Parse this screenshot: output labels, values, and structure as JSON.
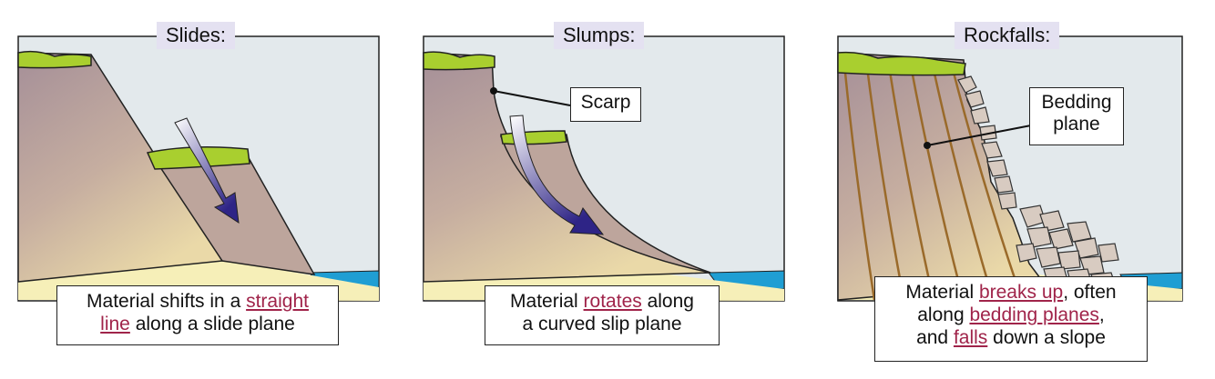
{
  "panels": [
    {
      "title": "Slides:",
      "caption": {
        "p1": "Material shifts in a ",
        "h1": "straight",
        "h1b": "line",
        "p2": " along a slide plane"
      }
    },
    {
      "title": "Slumps:",
      "label": "Scarp",
      "caption": {
        "p1": "Material ",
        "h1": "rotates",
        "p2": " along",
        "p3": "a curved slip plane"
      }
    },
    {
      "title": "Rockfalls:",
      "label_line1": "Bedding",
      "label_line2": "plane",
      "caption": {
        "p1": "Material ",
        "h1": "breaks up",
        "p2": ", often",
        "p3": "along ",
        "h2": "bedding planes",
        "p4": ",",
        "p5": "and ",
        "h3": "falls",
        "p6": " down a slope"
      }
    }
  ],
  "colors": {
    "sky": "#e3e9ec",
    "grass": "#a9cf2f",
    "water": "#1f9ed3",
    "sand": "#f6efb8",
    "arrow": "#3b2d8c",
    "highlight": "#a0244a",
    "bedding": "#9a6a2a"
  }
}
